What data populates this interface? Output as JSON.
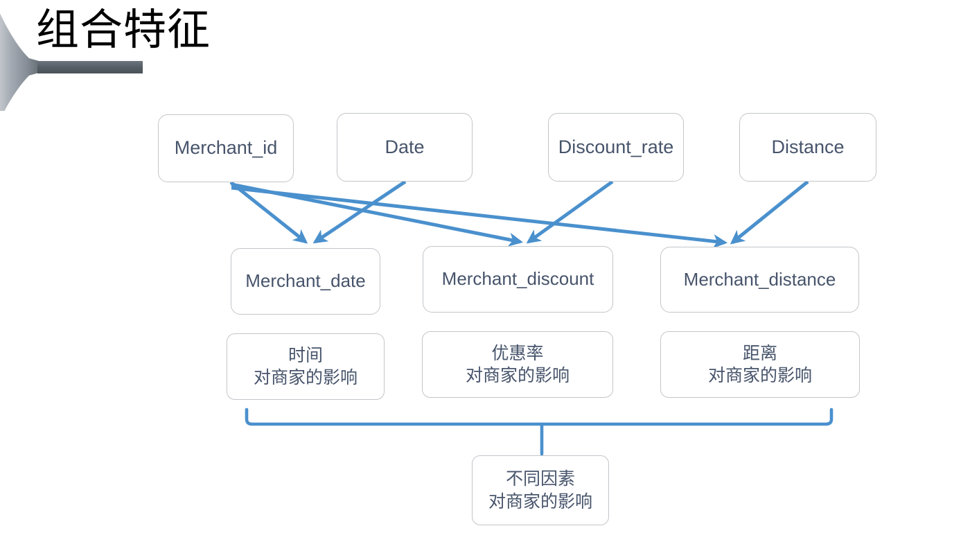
{
  "slide": {
    "title": "组合特征",
    "background_color": "#ffffff",
    "title_color": "#000000",
    "accent_bar_color": "#5a636b",
    "node_border_color": "#c2c5c9",
    "node_text_color": "#47546b",
    "connector_color": "#4a90cd"
  },
  "diagram": {
    "level1": [
      {
        "label": "Merchant_id"
      },
      {
        "label": "Date"
      },
      {
        "label": "Discount_rate"
      },
      {
        "label": "Distance"
      }
    ],
    "level2": [
      {
        "label": "Merchant_date"
      },
      {
        "label": "Merchant_discount"
      },
      {
        "label": "Merchant_distance"
      }
    ],
    "level3": [
      {
        "line1": "时间",
        "line2": "对商家的影响"
      },
      {
        "line1": "优惠率",
        "line2": "对商家的影响"
      },
      {
        "line1": "距离",
        "line2": "对商家的影响"
      }
    ],
    "level4": [
      {
        "line1": "不同因素",
        "line2": "对商家的影响"
      }
    ],
    "edges": [
      {
        "from": "Merchant_id",
        "to": "Merchant_date"
      },
      {
        "from": "Merchant_id",
        "to": "Merchant_discount"
      },
      {
        "from": "Merchant_id",
        "to": "Merchant_distance"
      },
      {
        "from": "Date",
        "to": "Merchant_date"
      },
      {
        "from": "Discount_rate",
        "to": "Merchant_discount"
      },
      {
        "from": "Distance",
        "to": "Merchant_distance"
      }
    ],
    "brace": {
      "spans": [
        "时间对商家的影响",
        "优惠率对商家的影响",
        "距离对商家的影响"
      ],
      "to": "不同因素对商家的影响"
    }
  }
}
